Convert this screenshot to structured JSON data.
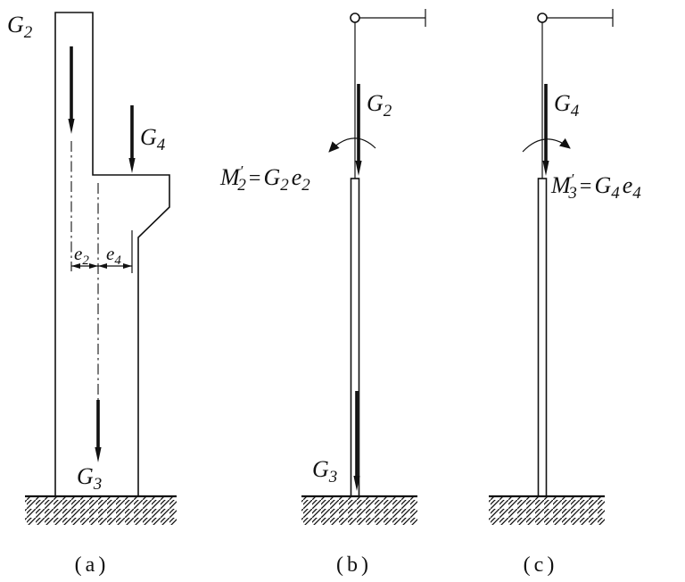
{
  "colors": {
    "ink": "#111111",
    "background": "#ffffff"
  },
  "figA": {
    "caption": "(a)",
    "g2": {
      "s": "G",
      "sub": "2"
    },
    "g4": {
      "s": "G",
      "sub": "4"
    },
    "g3": {
      "s": "G",
      "sub": "3"
    },
    "e2": {
      "s": "e",
      "sub": "2"
    },
    "e4": {
      "s": "e",
      "sub": "4"
    }
  },
  "figB": {
    "caption": "(b)",
    "g2": {
      "s": "G",
      "sub": "2"
    },
    "g3": {
      "s": "G",
      "sub": "3"
    },
    "moment": {
      "m": "M",
      "prime": "′",
      "sub": "2",
      "eq": "=",
      "g": "G",
      "gsub": "2",
      "e": "e",
      "esub": "2"
    }
  },
  "figC": {
    "caption": "(c)",
    "g4": {
      "s": "G",
      "sub": "4"
    },
    "moment": {
      "m": "M",
      "prime": "′",
      "sub": "3",
      "eq": "=",
      "g": "G",
      "gsub": "4",
      "e": "e",
      "esub": "4"
    }
  }
}
